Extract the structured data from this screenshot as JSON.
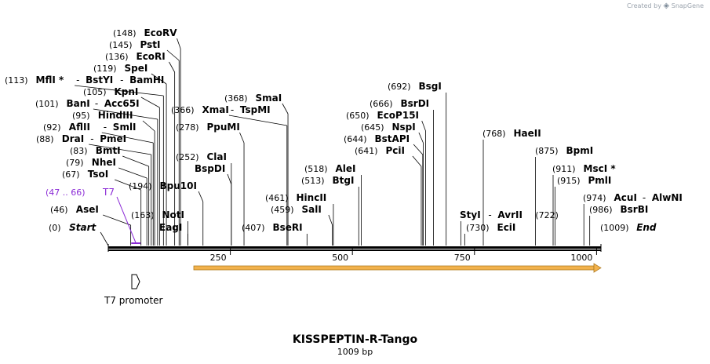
{
  "watermark": {
    "prefix": "Created by",
    "brand": "SnapGene"
  },
  "map": {
    "title": "KISSPEPTIN-R-Tango",
    "length_label": "1009 bp",
    "length": 1009,
    "ticks": [
      250,
      500,
      750,
      1000
    ],
    "feature": {
      "name": "T7 promoter"
    },
    "orf_color": "#f2b24c",
    "t7_color": "#8b2bd6"
  },
  "sites": [
    {
      "pos": "(0)",
      "name": "Start",
      "ends": false,
      "bp": 0,
      "special": "start"
    },
    {
      "pos": "(46)",
      "name": "AseI",
      "bp": 46
    },
    {
      "pos": "(47 .. 66)",
      "name": "T7",
      "bp": 56,
      "special": "t7"
    },
    {
      "pos": "(67)",
      "name": "TsoI",
      "bp": 67
    },
    {
      "pos": "(79)",
      "name": "NheI",
      "bp": 79
    },
    {
      "pos": "(83)",
      "name": "BmtI",
      "bp": 83
    },
    {
      "pos": "(88)",
      "name": "DraI",
      "extra": "PmeI",
      "bp": 88
    },
    {
      "pos": "(92)",
      "name": "AflII",
      "extra": "SmlI",
      "bp": 92
    },
    {
      "pos": "(95)",
      "name": "HindIII",
      "bp": 95
    },
    {
      "pos": "(101)",
      "name": "BanI",
      "extra": "Acc65I",
      "bp": 101
    },
    {
      "pos": "(105)",
      "name": "KpnI",
      "bp": 105
    },
    {
      "pos": "(113)",
      "name": "MflI *",
      "extra": "BstYI",
      "extra2": "BamHI",
      "bp": 113
    },
    {
      "pos": "(119)",
      "name": "SpeI",
      "bp": 119
    },
    {
      "pos": "(136)",
      "name": "EcoRI",
      "bp": 136
    },
    {
      "pos": "(145)",
      "name": "PstI",
      "bp": 145
    },
    {
      "pos": "(148)",
      "name": "EcoRV",
      "bp": 148
    },
    {
      "pos": "(163)",
      "name": "NotI",
      "bp": 163
    },
    {
      "pos": "",
      "name": "EagI",
      "bp": 163
    },
    {
      "pos": "(194)",
      "name": "Bpu10I",
      "bp": 194
    },
    {
      "pos": "(252)",
      "name": "ClaI",
      "bp": 252
    },
    {
      "pos": "",
      "name": "BspDI",
      "bp": 252
    },
    {
      "pos": "(278)",
      "name": "PpuMI",
      "bp": 278
    },
    {
      "pos": "(366)",
      "name": "XmaI",
      "extra": "TspMI",
      "bp": 366
    },
    {
      "pos": "(368)",
      "name": "SmaI",
      "bp": 368
    },
    {
      "pos": "(407)",
      "name": "BseRI",
      "bp": 407
    },
    {
      "pos": "(459)",
      "name": "SalI",
      "bp": 459
    },
    {
      "pos": "(461)",
      "name": "HincII",
      "bp": 461
    },
    {
      "pos": "(513)",
      "name": "BtgI",
      "bp": 513
    },
    {
      "pos": "(518)",
      "name": "AleI",
      "bp": 518
    },
    {
      "pos": "(641)",
      "name": "PciI",
      "bp": 641
    },
    {
      "pos": "(644)",
      "name": "BstAPI",
      "bp": 644
    },
    {
      "pos": "(645)",
      "name": "NspI",
      "bp": 645
    },
    {
      "pos": "(650)",
      "name": "EcoP15I",
      "bp": 650
    },
    {
      "pos": "(666)",
      "name": "BsrDI",
      "bp": 666
    },
    {
      "pos": "(692)",
      "name": "BsgI",
      "bp": 692
    },
    {
      "pos": "",
      "name": "StyI",
      "extra": "AvrII",
      "extraPos": "(722)",
      "bp": 722
    },
    {
      "pos": "(730)",
      "name": "EciI",
      "bp": 730
    },
    {
      "pos": "(768)",
      "name": "HaeII",
      "bp": 768
    },
    {
      "pos": "(875)",
      "name": "BpmI",
      "bp": 875
    },
    {
      "pos": "(911)",
      "name": "MscI *",
      "bp": 911
    },
    {
      "pos": "(915)",
      "name": "PmlI",
      "bp": 915
    },
    {
      "pos": "(974)",
      "name": "AcuI",
      "extra": "AlwNI",
      "bp": 974
    },
    {
      "pos": "(986)",
      "name": "BsrBI",
      "bp": 986
    },
    {
      "pos": "(1009)",
      "name": "End",
      "bp": 1009,
      "special": "end"
    }
  ]
}
